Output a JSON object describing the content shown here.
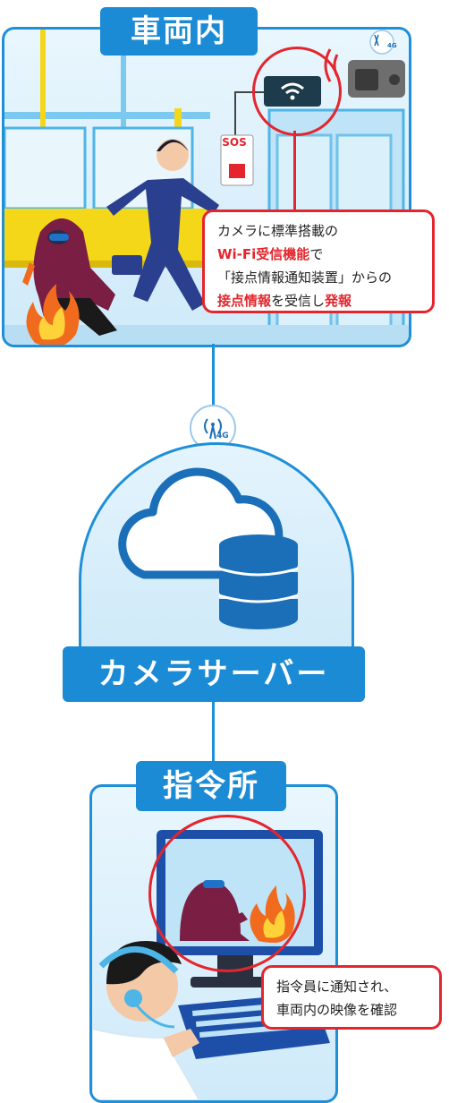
{
  "train": {
    "title": "車両内",
    "sos_label": "SOS",
    "callout": {
      "line1": "カメラに標準搭載の",
      "line2_red": "Wi-Fi受信機能",
      "line2_rest": "で",
      "line3": "「接点情報通知装置」からの",
      "line4_red1": "接点情報",
      "line4_mid": "を受信し",
      "line4_red2": "発報"
    },
    "signal_badge": "4G"
  },
  "server": {
    "title": "カメラサーバー",
    "signal_badge": "4G"
  },
  "command": {
    "title": "指令所",
    "callout": {
      "line1": "指令員に通知され、",
      "line2": "車両内の映像を確認"
    }
  },
  "colors": {
    "brand_blue": "#1a8bd4",
    "alert_red": "#e3262d",
    "panel_light": "#d6eefb"
  }
}
